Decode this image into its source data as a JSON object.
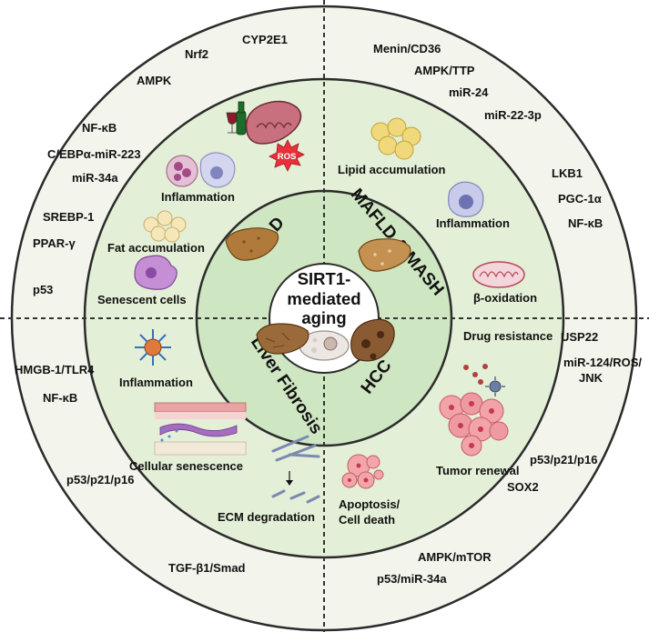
{
  "center": {
    "line1": "SIRT1-",
    "line2": "mediated",
    "line3": "aging"
  },
  "segments": {
    "ald": "ALD",
    "mafld": "MAFLD & MASH",
    "fibrosis": "Liver Fibrosis",
    "hcc": "HCC"
  },
  "ald": {
    "outer": [
      "CYP2E1",
      "Nrf2",
      "AMPK",
      "NF-κB",
      "C/EBPα-miR-223",
      "miR-34a",
      "SREBP-1",
      "PPAR-γ",
      "p53"
    ],
    "inner": [
      "Inflammation",
      "Fat accumulation",
      "Senescent cells"
    ],
    "ros_label": "ROS"
  },
  "mafld": {
    "outer": [
      "Menin/CD36",
      "AMPK/TTP",
      "miR-24",
      "miR-22-3p",
      "LKB1",
      "PGC-1α",
      "NF-κB"
    ],
    "inner": [
      "Lipid accumulation",
      "Inflammation",
      "β-oxidation"
    ]
  },
  "fibrosis": {
    "outer": [
      "HMGB-1/TLR4",
      "NF-κB",
      "p53/p21/p16",
      "TGF-β1/Smad"
    ],
    "inner": [
      "Inflammation",
      "Cellular senescence",
      "ECM degradation"
    ]
  },
  "hcc": {
    "outer": [
      "USP22",
      "miR-124/ROS/",
      "JNK",
      "p53/p21/p16",
      "SOX2",
      "AMPK/mTOR",
      "p53/miR-34a"
    ],
    "inner": [
      "Drug resistance",
      "Tumor renewal",
      "Apoptosis/",
      "Cell death"
    ]
  },
  "colors": {
    "outer_ring": "#f3f5ec",
    "middle_ring": "#e3efd6",
    "inner_ring": "#cfe6c2",
    "ring_stroke": "#2b2b2b",
    "liver": "#b07a3a",
    "ros": "#e8303b"
  }
}
